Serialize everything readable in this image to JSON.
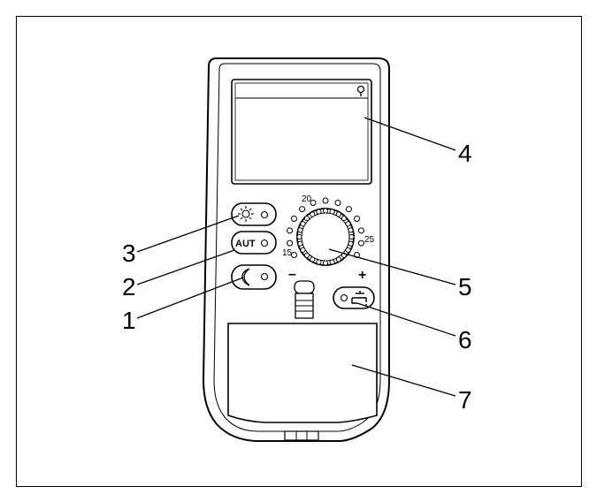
{
  "callouts": [
    "1",
    "2",
    "3",
    "4",
    "5",
    "6",
    "7"
  ],
  "buttons": {
    "auto_label": "AUT"
  },
  "dial": {
    "scale_labels": [
      "15",
      "20",
      "25"
    ],
    "minus_label": "–",
    "plus_label": "+"
  },
  "icons": {
    "day": "sun-icon",
    "auto": "auto-mode-icon",
    "night": "moon-icon",
    "hot_water": "tap-icon",
    "display": "antenna-icon"
  }
}
